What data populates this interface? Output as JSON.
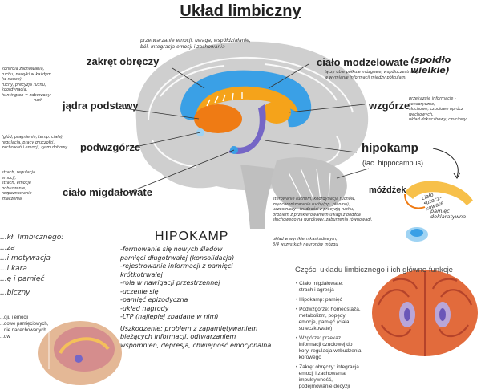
{
  "title": "Układ limbiczny",
  "labels": {
    "zakret": "zakręt obręczy",
    "jadra": "jądra podstawy",
    "podwzgorze": "podwzgórze",
    "migdal": "ciało migdałowate",
    "modzel": "ciało modzelowate",
    "spoidlo": "(spoidło wielkie)",
    "wzgorze": "wzgórze",
    "hipokamp": "hipokamp",
    "hipokamp_lat": "(łac. hippocampus)",
    "mozdzek": "móżdżek"
  },
  "notes": {
    "zakret": [
      "przetwarzanie emocji, uwaga, współdziałanie,",
      "ból, integracja emocji i zachowania"
    ],
    "modzel": [
      "łączy obie półkule mózgowe, współuczestniczy",
      "w wymianie informacji między półkulami"
    ],
    "wzgorze": [
      "przekazuje informacje - sensoryczne,",
      "słuchowe, czuciowe oprócz węchowych,",
      "układ dokuczbowy, czuciowy"
    ],
    "mozdzek": [
      "sterowanie ruchem, koordynacja ruchów,",
      "zsynchronizowanie ruchy(np. pianino),",
      "uczestniczy - trudności z precyzją ruchu,",
      "problem z przekierowaniem uwagi z bodźca",
      "słuchowego na wzrokowy, zaburzenia równowagi."
    ],
    "mozdzek2": [
      "układ w wynikiem kaskadowym,",
      "3/4 wszystkich neuronów mózgu"
    ],
    "left1": [
      "kontrola zachowania,",
      "ruchu, nawyki w każdym",
      "(w nauce)",
      "ruchy, precyzja ruchu,",
      "koordynacja,",
      "huntington = zaburzony",
      "ruch"
    ],
    "left2": [
      "(głód, pragnienie, temp. ciała),",
      "regulacja, pracy gruczołki,",
      "zachowań i emocji, rytm dobowy"
    ],
    "left3": [
      "strach, regulacja",
      "emocji,",
      "strach, emocje",
      "pobudzenie,",
      "rozpoznawanie",
      "znaczenia"
    ]
  },
  "left_partial": {
    "heading": "...kł. limbicznego:",
    "items": [
      "...za",
      "...i motywacja",
      "...i kara",
      "...ę i pamięć"
    ],
    "sub": "...biczny",
    "sub_items": [
      "...oju i emocji",
      "...dowe pamięciowych,",
      "...nie nacechowanych",
      "...dw"
    ]
  },
  "hipokamp_card": {
    "title": "HIPOKAMP",
    "items": [
      "-formowanie się nowych śladów",
      "pamięci długotrwałej (konsolidacja)",
      "-rejestrowanie informacji z pamięci",
      "krótkotrwałej",
      "-rola w nawigacji przestrzennej",
      "-uczenie się",
      "-pamięć epizodyczna",
      "-układ nagrody",
      "-LTP (najlepiej zbadane w nim)"
    ],
    "damage": [
      "Uszkodzenie: problem z zapamiętywaniem",
      "bieżących informacji, odtwarzaniem",
      "wspomnień, depresja, chwiejność emocjonalna"
    ]
  },
  "small_diagram": {
    "label1": "ciało",
    "label2": "sutecz-",
    "label3": "kowate",
    "label4": "pamięć",
    "label5": "deklaratywna"
  },
  "right_panel": {
    "title": "Części układu limbicznego i ich główne funkcje",
    "bullets": [
      [
        "Ciało migdałowate:",
        "strach i agresja"
      ],
      [
        "Hipokamp: pamięć"
      ],
      [
        "Podwzgórze: homeostaza,",
        "metabolizm, popędy,",
        "emocje, pamięć (ciała",
        "suteczkowate)"
      ],
      [
        "Wzgórze: przekaz",
        "informacji czuciowej do",
        "kory, regulacja wzbudzenia",
        "korowego"
      ],
      [
        "Zakręt obręczy: integracja",
        "emocji i zachowania,",
        "impulsywność,",
        "podejmowanie decyzji"
      ]
    ]
  },
  "colors": {
    "brain_grey": "#c8c8c8",
    "cortex": "#d7d7d7",
    "blue": "#3aa0e6",
    "orange": "#f5a31a",
    "orange_dark": "#ef7b14",
    "purple": "#7566c6",
    "lightblue": "#9fd3f3"
  }
}
